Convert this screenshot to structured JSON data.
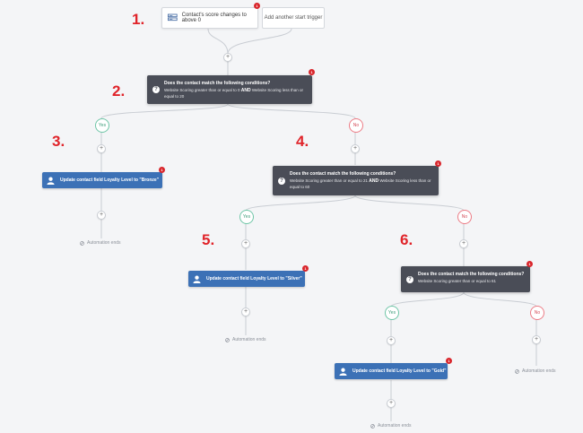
{
  "step_numbers": [
    "1.",
    "2.",
    "3.",
    "4.",
    "5.",
    "6."
  ],
  "trigger": {
    "label": "Contact's score changes to above 0",
    "add_another": "Add another start trigger"
  },
  "condition_title": "Does the contact match the following conditions?",
  "conditions": [
    {
      "pre": "Website Scoring greater than or equal to 0",
      "op": "AND",
      "post": "Website Scoring less than or equal to 20"
    },
    {
      "pre": "Website Scoring greater than or equal to 21",
      "op": "AND",
      "post": "Website Scoring less than or equal to 60"
    },
    {
      "pre": "Website Scoring greater than or equal to 61",
      "op": "",
      "post": ""
    }
  ],
  "actions": [
    "Update contact field Loyalty Level to \"Bronze\"",
    "Update contact field Loyalty Level to \"Silver\"",
    "Update contact field Loyalty Level to \"Gold\""
  ],
  "branch": {
    "yes": "Yes",
    "no": "No"
  },
  "plus_symbol": "+",
  "badge_symbol": "1",
  "end_text": "Automation ends",
  "colors": {
    "accent_red": "#e0242a",
    "condition_bg": "#4a4d57",
    "action_bg": "#3c71b6",
    "yes": "#6fc6a7",
    "no": "#ec7c86"
  },
  "icons": [
    "tag-icon",
    "question-icon",
    "user-icon",
    "end-icon",
    "plus-icon"
  ]
}
